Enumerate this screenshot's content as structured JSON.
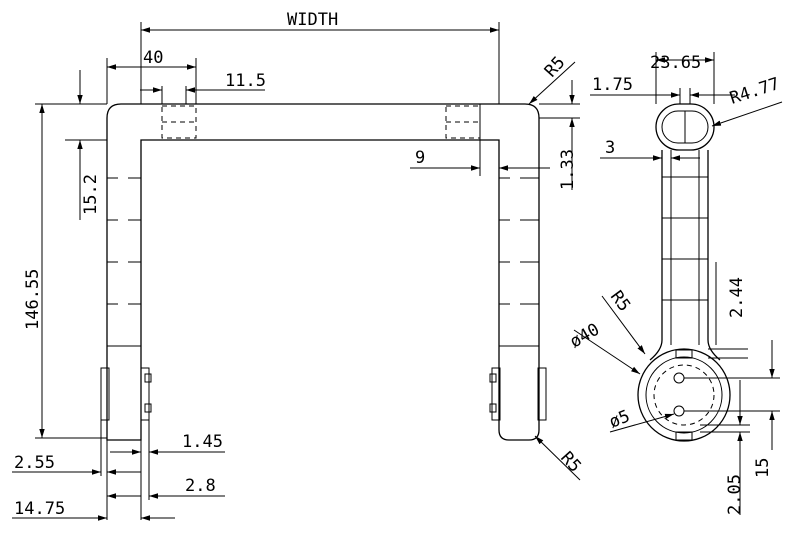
{
  "drawing": {
    "width_label": "WIDTH",
    "dimensions": {
      "d40": "40",
      "d11_5": "11.5",
      "r5_top": "R5",
      "d9": "9",
      "d1_33": "1.33",
      "d15_2": "15.2",
      "d146_55": "146.55",
      "d2_55": "2.55",
      "d1_45": "1.45",
      "d2_8": "2.8",
      "d14_75": "14.75",
      "r5_bottom": "R5",
      "d23_65": "23.65",
      "d1_75": "1.75",
      "r4_77": "R4.77",
      "d3": "3",
      "d2_44": "2.44",
      "r5_side": "R5",
      "dia40": "ø40",
      "dia5": "ø5",
      "d15": "15",
      "d2_05": "2.05"
    }
  }
}
